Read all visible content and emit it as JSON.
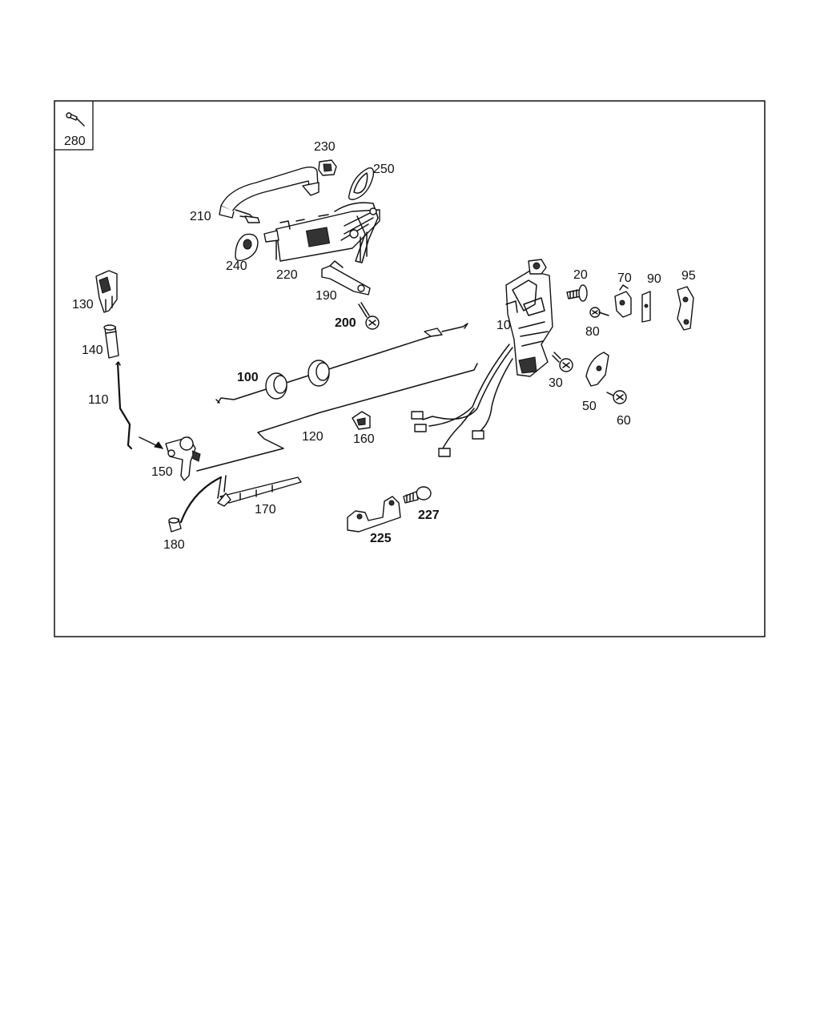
{
  "diagram": {
    "inset_label": "280",
    "callouts": {
      "p230": "230",
      "p250": "250",
      "p210": "210",
      "p240": "240",
      "p220": "220",
      "p190": "190",
      "p200": "200",
      "p130": "130",
      "p140": "140",
      "p110": "110",
      "p100": "100",
      "p120": "120",
      "p160": "160",
      "p150": "150",
      "p170": "170",
      "p180": "180",
      "p225": "225",
      "p227": "227",
      "p10": "10",
      "p20": "20",
      "p70": "70",
      "p90": "90",
      "p95": "95",
      "p80": "80",
      "p30": "30",
      "p50": "50",
      "p60": "60"
    }
  }
}
